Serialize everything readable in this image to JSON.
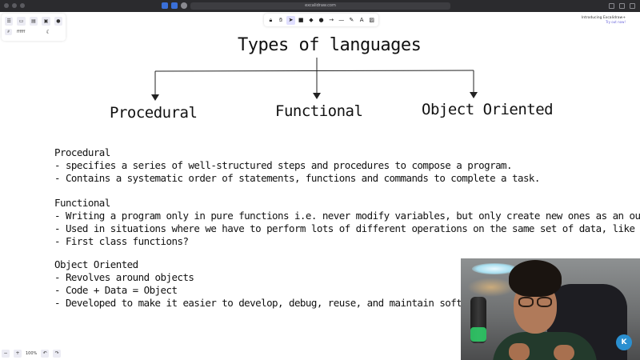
{
  "browser": {
    "url": "excalidraw.com"
  },
  "left_panel": {
    "theme_label": "ffffff"
  },
  "toolbar": {
    "tools": [
      "lock-icon",
      "hand-icon",
      "select-icon",
      "rectangle-icon",
      "diamond-icon",
      "ellipse-icon",
      "arrow-icon",
      "line-icon",
      "draw-icon",
      "text-icon",
      "image-icon"
    ],
    "active_index": 2
  },
  "announcement": {
    "line1": "Introducing Excalidraw+",
    "line2": "Try out now!"
  },
  "canvas": {
    "title": "Types of languages",
    "categories": [
      "Procedural",
      "Functional",
      "Object Oriented"
    ],
    "notes": {
      "procedural": {
        "heading": "Procedural",
        "lines": [
          "- specifies a series of well-structured steps and procedures to compose a program.",
          "- Contains a systematic order of statements, functions and commands to complete a task."
        ]
      },
      "functional": {
        "heading": "Functional",
        "lines": [
          "- Writing a program only in pure functions i.e. never modify variables, but only create new ones as an output.",
          "- Used in situations where we have to perform lots of different operations on the same set of data, like ML.",
          "- First class functions?"
        ]
      },
      "object_oriented": {
        "heading": "Object Oriented",
        "lines": [
          "- Revolves around objects",
          "- Code + Data = Object",
          "- Developed to make it easier to develop, debug, reuse, and maintain software."
        ]
      }
    }
  },
  "zoom": {
    "level": "100%",
    "minus": "−",
    "plus": "+"
  }
}
